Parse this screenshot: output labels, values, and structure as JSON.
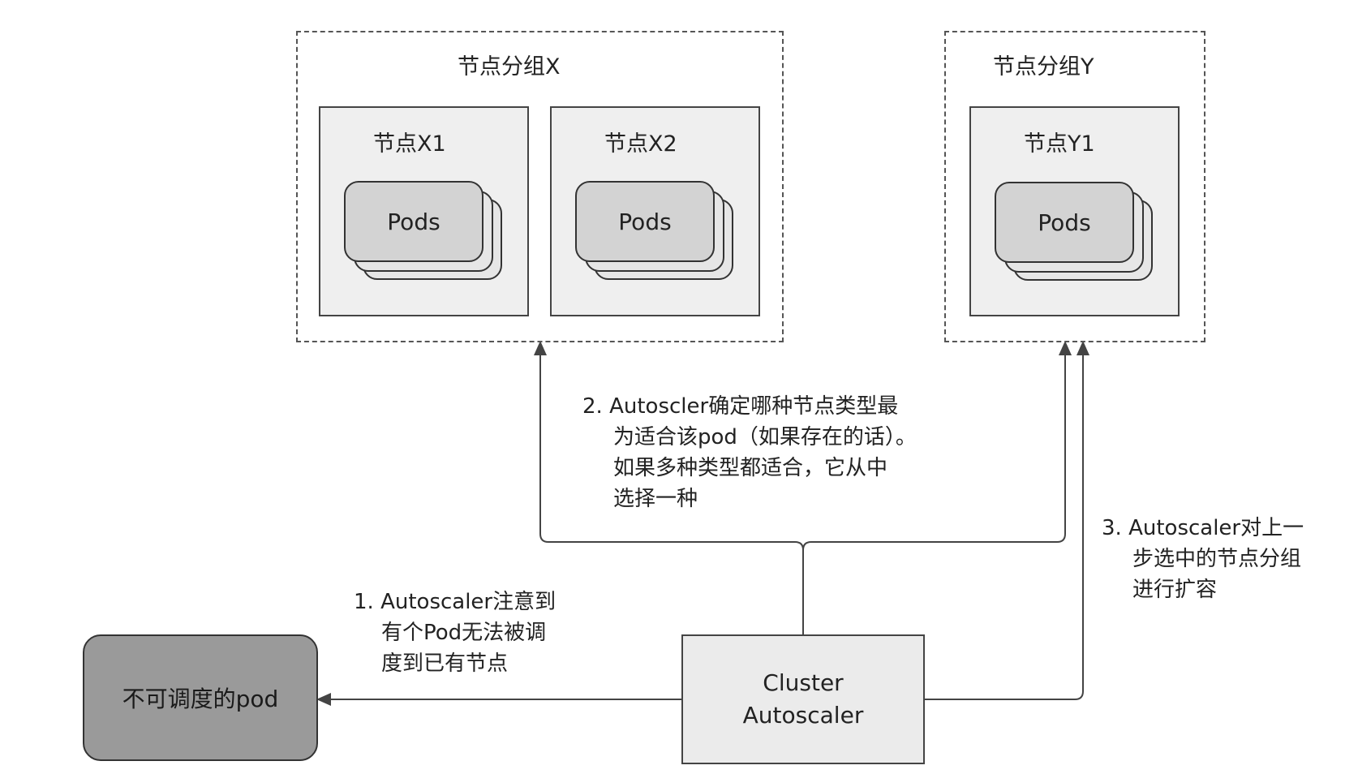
{
  "groups": {
    "x": {
      "title": "节点分组X",
      "nodes": [
        {
          "title": "节点X1",
          "pods": "Pods"
        },
        {
          "title": "节点X2",
          "pods": "Pods"
        }
      ]
    },
    "y": {
      "title": "节点分组Y",
      "nodes": [
        {
          "title": "节点Y1",
          "pods": "Pods"
        }
      ]
    }
  },
  "steps": {
    "step1": [
      "1. Autoscaler注意到",
      "有个Pod无法被调",
      "度到已有节点"
    ],
    "step2": [
      "2. Autoscler确定哪种节点类型最",
      "为适合该pod（如果存在的话）。",
      "如果多种类型都适合，它从中",
      "选择一种"
    ],
    "step3": [
      "3. Autoscaler对上一",
      "步选中的节点分组",
      "进行扩容"
    ]
  },
  "unschedulable_pod": "不可调度的pod",
  "cluster_autoscaler": [
    "Cluster",
    "Autoscaler"
  ]
}
